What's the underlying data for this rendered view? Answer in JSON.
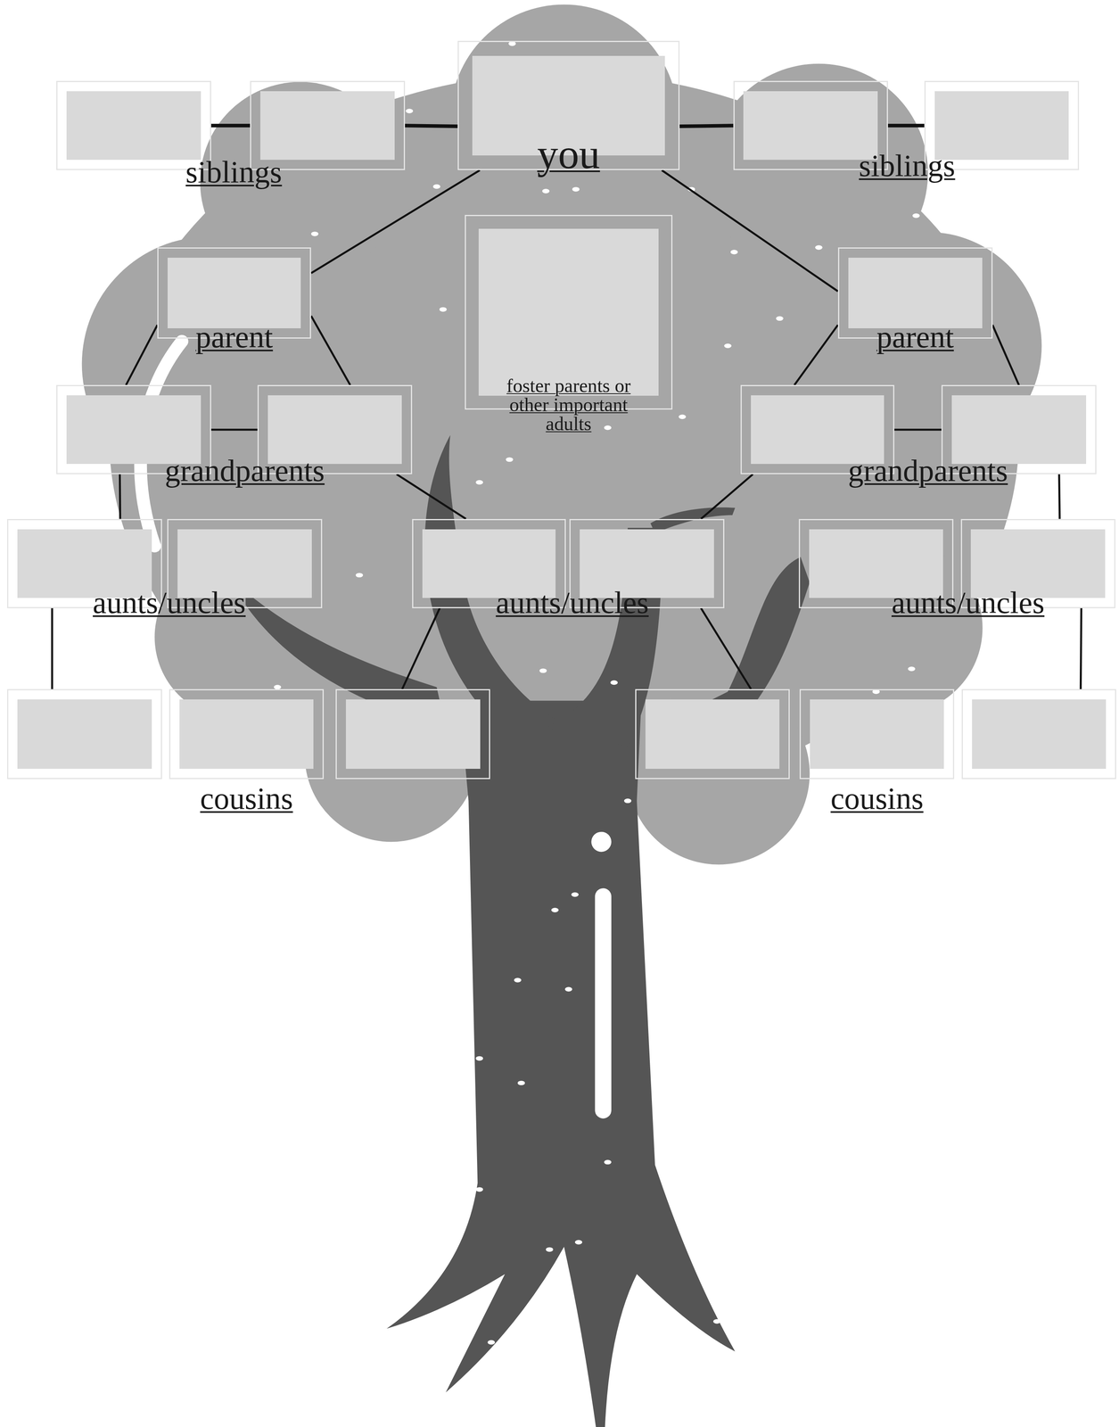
{
  "diagram": {
    "nodes": [
      {
        "text": []
      },
      {
        "text": []
      },
      {
        "text": [
          "you"
        ]
      },
      {
        "text": []
      },
      {
        "text": []
      },
      {
        "text": [
          "parent"
        ]
      },
      {
        "text": [
          "foster parents or other important adults"
        ]
      },
      {
        "text": [
          "parent"
        ]
      },
      {
        "text": []
      },
      {
        "text": []
      },
      {
        "text": []
      },
      {
        "text": []
      },
      {
        "text": []
      },
      {
        "text": []
      },
      {
        "text": []
      },
      {
        "text": []
      },
      {
        "text": []
      },
      {
        "text": []
      },
      {
        "text": []
      },
      {
        "text": []
      },
      {
        "text": []
      },
      {
        "text": []
      },
      {
        "text": []
      },
      {
        "text": []
      }
    ],
    "edges": [
      {
        "from": 0,
        "to": 1,
        "arrow": "none"
      },
      {
        "from": 1,
        "to": 2,
        "arrow": "none"
      },
      {
        "from": 2,
        "to": 3,
        "arrow": "none"
      },
      {
        "from": 3,
        "to": 4,
        "arrow": "none"
      },
      {
        "from": 2,
        "to": 5,
        "arrow": "none"
      },
      {
        "from": 2,
        "to": 7,
        "arrow": "none"
      },
      {
        "from": 5,
        "to": 8,
        "arrow": "none"
      },
      {
        "from": 5,
        "to": 9,
        "arrow": "none"
      },
      {
        "from": 7,
        "to": 10,
        "arrow": "none"
      },
      {
        "from": 7,
        "to": 11,
        "arrow": "none"
      },
      {
        "from": 8,
        "to": 9,
        "arrow": "none"
      },
      {
        "from": 10,
        "to": 11,
        "arrow": "none"
      },
      {
        "from": 8,
        "to": 12,
        "arrow": "none"
      },
      {
        "from": 9,
        "to": 14,
        "arrow": "none"
      },
      {
        "from": 10,
        "to": 15,
        "arrow": "none"
      },
      {
        "from": 11,
        "to": 17,
        "arrow": "none"
      },
      {
        "from": 12,
        "to": 18,
        "arrow": "none"
      },
      {
        "from": 14,
        "to": 20,
        "arrow": "none"
      },
      {
        "from": 15,
        "to": 21,
        "arrow": "none"
      },
      {
        "from": 17,
        "to": 23,
        "arrow": "none"
      }
    ],
    "labels": [
      "siblings",
      "siblings",
      "grandparents",
      "grandparents",
      "aunts/uncles",
      "aunts/uncles",
      "aunts/uncles",
      "cousins",
      "cousins"
    ]
  }
}
